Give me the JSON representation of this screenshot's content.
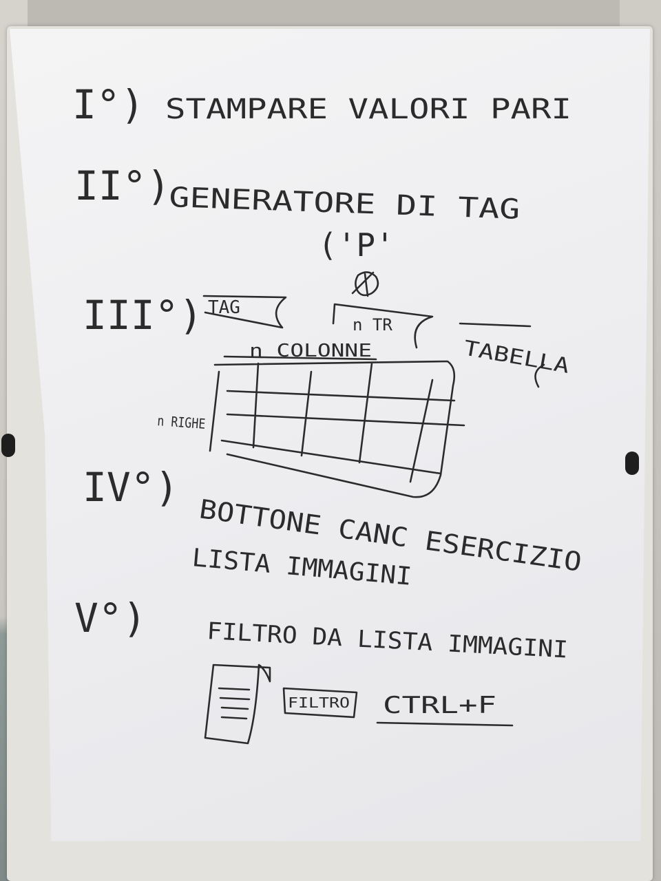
{
  "flipchart": {
    "items": [
      {
        "numeral": "I°)",
        "text": "STAMPARE VALORI PARI"
      },
      {
        "numeral": "II°)",
        "text": "GENERATORE DI TAG",
        "note": "('P'"
      },
      {
        "numeral": "III°)",
        "labels": {
          "tag": "TAG",
          "n_tr": "n TR",
          "table": "TABELLA",
          "n_colonne": "n COLONNE",
          "n_righe": "n RIGHE"
        }
      },
      {
        "numeral": "IV°)",
        "text": "BOTTONE CANC ESERCIZIO",
        "text2": "LISTA IMMAGINI"
      },
      {
        "numeral": "V°)",
        "text": "FILTRO DA LISTA IMMAGINI",
        "labels": {
          "filter": "FILTRO",
          "shortcut": "CTRL+F"
        }
      }
    ]
  }
}
